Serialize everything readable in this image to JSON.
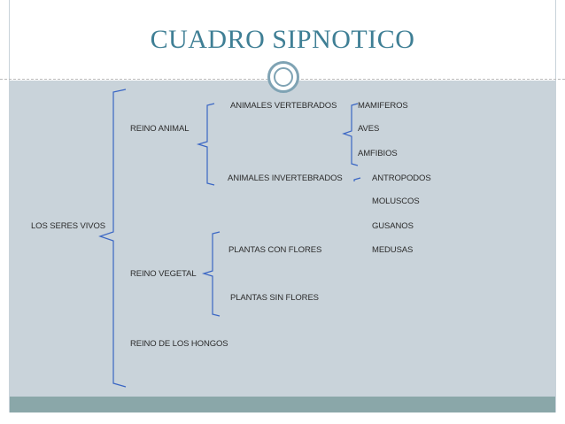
{
  "slide": {
    "title": "CUADRO SIPNOTICO",
    "root": "LOS SERES VIVOS",
    "kingdoms": {
      "animal": "REINO ANIMAL",
      "vegetal": "REINO VEGETAL",
      "hongos": "REINO DE LOS HONGOS"
    },
    "groups": {
      "vertebrados": "ANIMALES VERTEBRADOS",
      "invertebrados": "ANIMALES INVERTEBRADOS",
      "con_flores": "PLANTAS CON FLORES",
      "sin_flores": "PLANTAS SIN FLORES"
    },
    "vertebrate_items": [
      "MAMIFEROS",
      "AVES",
      "AMFIBIOS"
    ],
    "invertebrate_items": [
      "ANTROPODOS",
      "MOLUSCOS",
      "GUSANOS",
      "MEDUSAS"
    ]
  },
  "colors": {
    "title": "#3f7f95",
    "body_bg": "#c9d3da",
    "bottom_bar": "#8aa7a9",
    "brace": "#3a66c4"
  }
}
